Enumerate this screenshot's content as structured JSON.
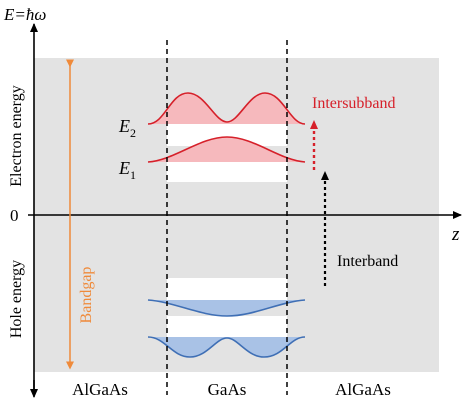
{
  "axes": {
    "vertical_label": "E=ħω",
    "horizontal_label": "z",
    "origin_label": "0",
    "upper_label": "Electron energy",
    "lower_label": "Hole energy"
  },
  "regions": {
    "left": "AlGaAs",
    "middle": "GaAs",
    "right": "AlGaAs"
  },
  "levels": {
    "e1": {
      "base": "E",
      "sub": "1"
    },
    "e2": {
      "base": "E",
      "sub": "2"
    }
  },
  "annotations": {
    "bandgap": "Bandgap",
    "intersubband": "Intersubband",
    "interband": "Interband"
  },
  "colors": {
    "barrier_fill": "#e3e3e3",
    "electron_line": "#d6202a",
    "electron_fill": "#f6b9bd",
    "hole_line": "#3f6fb5",
    "hole_fill": "#a9c2e6",
    "bandgap": "#ef8a3a",
    "axis": "#000000"
  }
}
